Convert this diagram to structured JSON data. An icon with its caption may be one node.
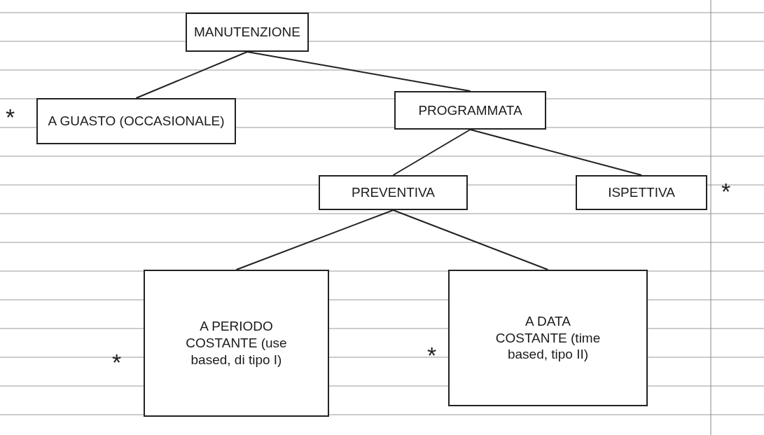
{
  "diagram": {
    "nodes": [
      {
        "text": [
          "MANUTENZIONE"
        ]
      },
      {
        "text": [
          "A GUASTO (OCCASIONALE)"
        ]
      },
      {
        "text": [
          "PROGRAMMATA"
        ]
      },
      {
        "text": [
          "PREVENTIVA"
        ]
      },
      {
        "text": [
          "ISPETTIVA"
        ]
      },
      {
        "text": [
          "A PERIODO COSTANTE (use based, di tipo I)"
        ]
      },
      {
        "text": [
          "A DATA COSTANTE (time based, tipo II)"
        ]
      }
    ],
    "edges": [
      {
        "from": 0,
        "to": 1,
        "arrow": "none"
      },
      {
        "from": 0,
        "to": 2,
        "arrow": "none"
      },
      {
        "from": 2,
        "to": 3,
        "arrow": "none"
      },
      {
        "from": 2,
        "to": 4,
        "arrow": "none"
      },
      {
        "from": 3,
        "to": 5,
        "arrow": "none"
      },
      {
        "from": 3,
        "to": 6,
        "arrow": "none"
      }
    ],
    "labels": [
      "*",
      "*",
      "*",
      "*"
    ]
  }
}
